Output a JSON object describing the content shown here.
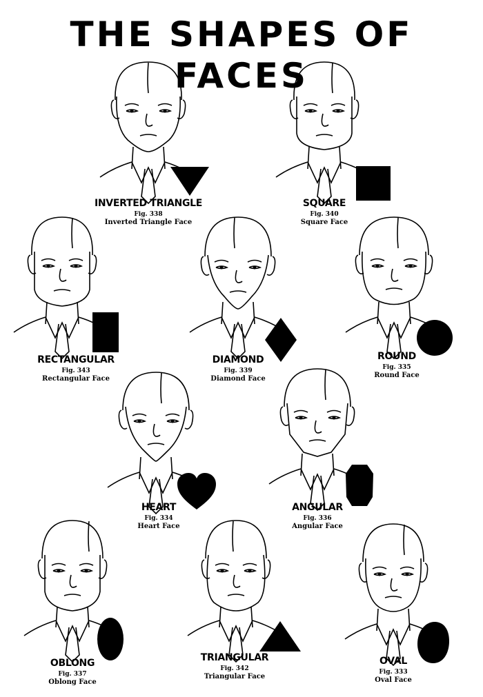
{
  "title": "THE SHAPES OF FACES",
  "figures": [
    {
      "shape": "INVERTED TRIANGLE",
      "fig": "Fig. 338",
      "caption": "Inverted Triangle Face",
      "icon": "inverted-triangle"
    },
    {
      "shape": "SQUARE",
      "fig": "Fig. 340",
      "caption": "Square Face",
      "icon": "square"
    },
    {
      "shape": "RECTANGULAR",
      "fig": "Fig. 343",
      "caption": "Rectangular Face",
      "icon": "rectangle"
    },
    {
      "shape": "DIAMOND",
      "fig": "Fig. 339",
      "caption": "Diamond Face",
      "icon": "diamond"
    },
    {
      "shape": "ROUND",
      "fig": "Fig. 335",
      "caption": "Round Face",
      "icon": "circle"
    },
    {
      "shape": "HEART",
      "fig": "Fig. 334",
      "caption": "Heart Face",
      "icon": "heart"
    },
    {
      "shape": "ANGULAR",
      "fig": "Fig. 336",
      "caption": "Angular Face",
      "icon": "octagon"
    },
    {
      "shape": "OBLONG",
      "fig": "Fig. 337",
      "caption": "Oblong Face",
      "icon": "oblong"
    },
    {
      "shape": "TRIANGULAR",
      "fig": "Fig. 342",
      "caption": "Triangular Face",
      "icon": "triangle"
    },
    {
      "shape": "OVAL",
      "fig": "Fig. 333",
      "caption": "Oval Face",
      "icon": "oval"
    }
  ]
}
